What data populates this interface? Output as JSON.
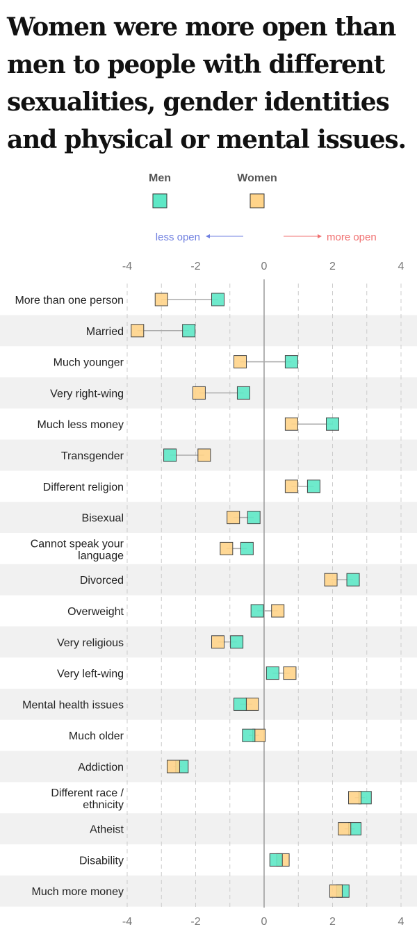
{
  "title": "Women were more open than men to people with different sexualities, gender identities and physical or mental issues.",
  "legend": {
    "men": "Men",
    "women": "Women"
  },
  "direction": {
    "less": "less open",
    "more": "more open"
  },
  "colors": {
    "men": "#5ee8c6",
    "women": "#ffd48a",
    "less": "#6f7fe0",
    "more": "#f07070",
    "band": "#f1f1f1"
  },
  "chart_data": {
    "type": "dumbbell",
    "xlim": [
      -4,
      4
    ],
    "xticks": [
      "-4",
      "-2",
      "0",
      "2",
      "4"
    ],
    "grid": "vertical dashed at odd values; solid line at 0",
    "categories": [
      "More than one person",
      "Married",
      "Much younger",
      "Very right-wing",
      "Much less money",
      "Transgender",
      "Different religion",
      "Bisexual",
      "Cannot speak your language",
      "Divorced",
      "Overweight",
      "Very religious",
      "Very left-wing",
      "Mental health issues",
      "Much older",
      "Addiction",
      "Different race / ethnicity",
      "Atheist",
      "Disability",
      "Much more money"
    ],
    "series": [
      {
        "name": "Men",
        "values": [
          -1.35,
          -2.2,
          0.8,
          -0.6,
          2.0,
          -2.75,
          1.45,
          -0.3,
          -0.5,
          2.6,
          -0.2,
          -0.8,
          0.25,
          -0.7,
          -0.45,
          -2.4,
          2.95,
          2.65,
          0.35,
          2.3
        ]
      },
      {
        "name": "Women",
        "values": [
          -3.0,
          -3.7,
          -0.7,
          -1.9,
          0.8,
          -1.75,
          0.8,
          -0.9,
          -1.1,
          1.95,
          0.4,
          -1.35,
          0.75,
          -0.35,
          -0.15,
          -2.65,
          2.65,
          2.35,
          0.55,
          2.1
        ]
      }
    ]
  }
}
